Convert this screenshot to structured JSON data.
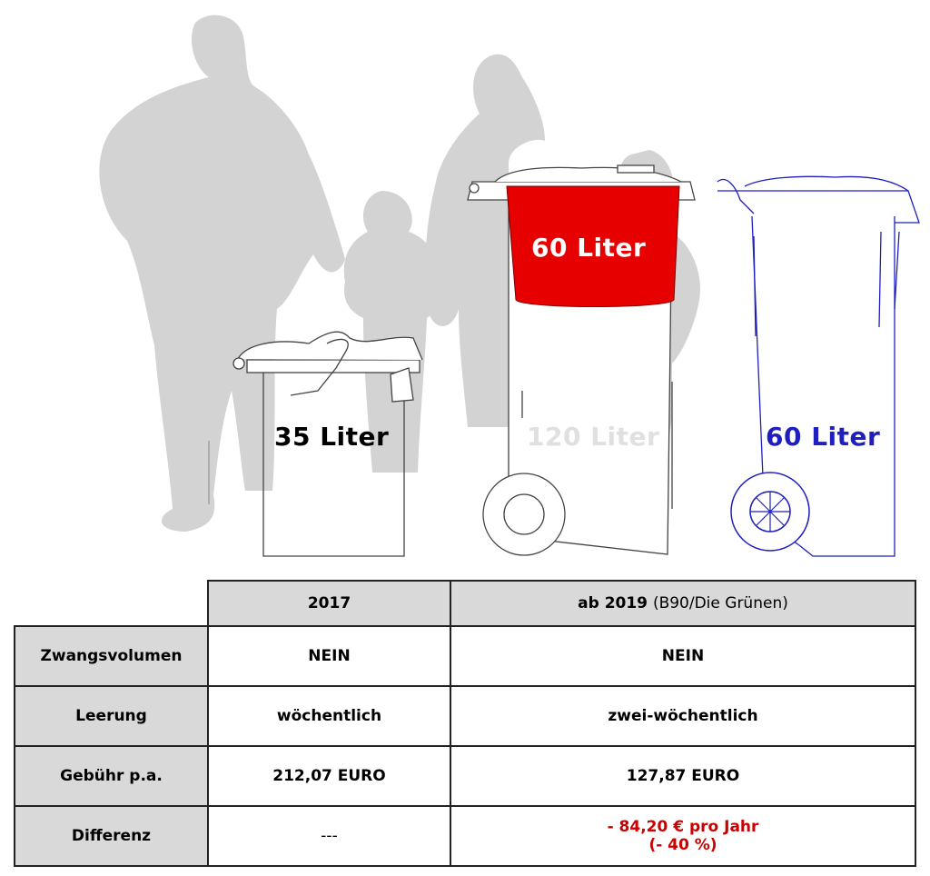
{
  "bins": {
    "bin35": "35 Liter",
    "bin120": "120 Liter",
    "bin60_red": "60 Liter",
    "bin60_blue": "60 Liter"
  },
  "colors": {
    "silhouette": "#d3d3d3",
    "red_insert": "#e60000",
    "blue_bin": "#1f1fbf",
    "table_header": "#d9d9d9",
    "difference_text": "#cc0000"
  },
  "table": {
    "col1_header": "2017",
    "col2_header_bold": "ab 2019",
    "col2_header_note": "(B90/Die Grünen)",
    "rows": [
      {
        "label": "Zwangsvolumen",
        "v2017": "NEIN",
        "v2019": "NEIN"
      },
      {
        "label": "Leerung",
        "v2017": "wöchentlich",
        "v2019": "zwei-wöchentlich"
      },
      {
        "label": "Gebühr p.a.",
        "v2017": "212,07 EURO",
        "v2019": "127,87 EURO"
      },
      {
        "label": "Differenz",
        "v2017": "---",
        "v2019_line1": "- 84,20 € pro Jahr",
        "v2019_line2": "(- 40 %)"
      }
    ]
  }
}
